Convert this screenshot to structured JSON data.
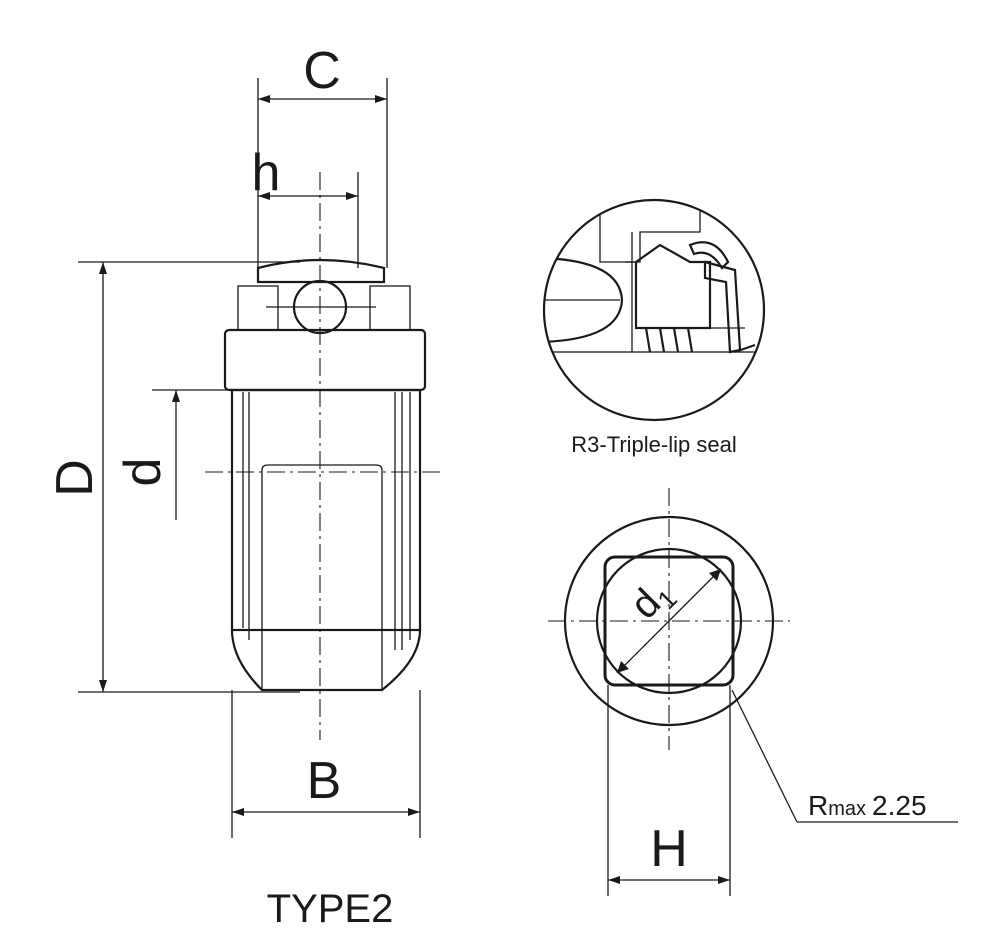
{
  "labels": {
    "C": "C",
    "h": "h",
    "D": "D",
    "d": "d",
    "B": "B",
    "type": "TYPE2",
    "seal_caption": "R3-Triple-lip seal",
    "d1_main": "d",
    "d1_sub": "1",
    "H": "H",
    "rmax_prefix": "R",
    "rmax_sub": "max",
    "rmax_value": "2.25"
  },
  "colors": {
    "ink": "#1a1a1a",
    "paper": "#ffffff"
  }
}
